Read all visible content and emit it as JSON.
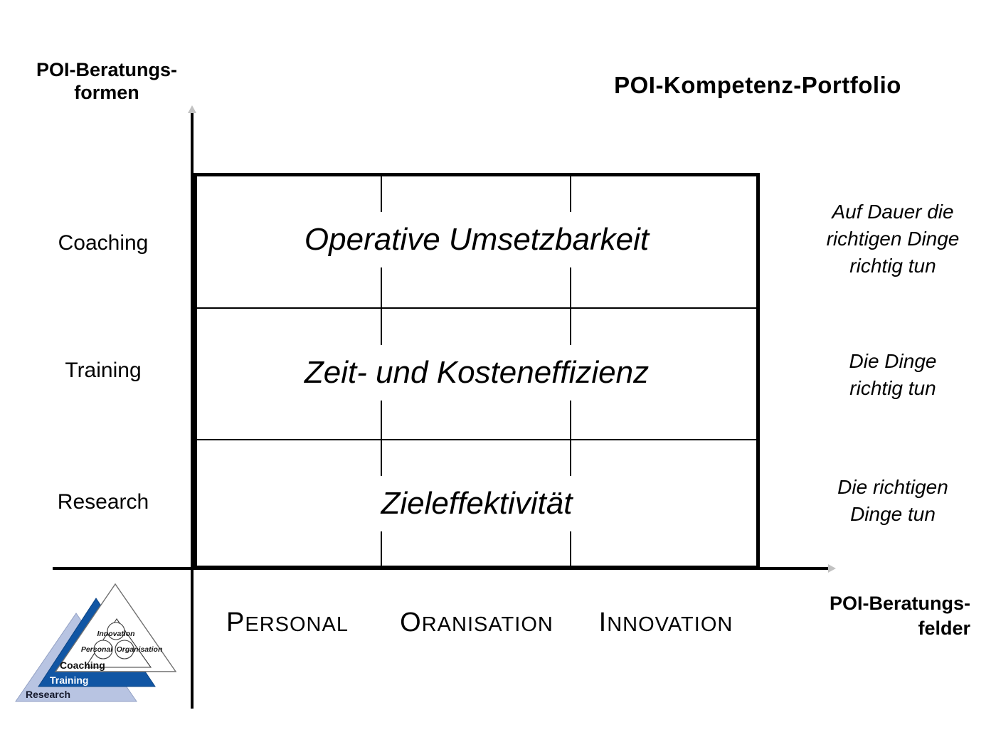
{
  "title": "POI-Kompetenz-Portfolio",
  "axis_titles": {
    "top_left": {
      "line1": "POI-Beratungs-",
      "line2": "formen"
    },
    "bottom_right": {
      "line1": "POI-Beratungs-",
      "line2": "felder"
    }
  },
  "portfolio": {
    "rows": [
      {
        "form": "Coaching",
        "competence": "Operative Umsetzbarkeit",
        "principle_lines": [
          "Auf Dauer die",
          "richtigen Dinge",
          "richtig tun"
        ]
      },
      {
        "form": "Training",
        "competence": "Zeit- und Kosteneffizienz",
        "principle_lines": [
          "Die Dinge",
          "richtig tun"
        ]
      },
      {
        "form": "Research",
        "competence": "Zieleffektivität",
        "principle_lines": [
          "Die richtigen",
          "Dinge tun"
        ]
      }
    ],
    "columns": [
      {
        "initial": "P",
        "rest": "ERSONAL"
      },
      {
        "initial": "O",
        "rest": "RANISATION"
      },
      {
        "initial": "I",
        "rest": "NNOVATION"
      }
    ]
  },
  "logo": {
    "inner_labels": {
      "top": "Innovation",
      "left": "Personal",
      "right": "Organisation"
    },
    "band_labels": {
      "front": "Coaching",
      "middle": "Training",
      "back": "Research"
    },
    "colors": {
      "dark_blue": "#1156a4",
      "light_blue": "#b8c4e2",
      "white": "#ffffff",
      "outline_gray": "#707070",
      "light_outline": "#93a1c4"
    }
  }
}
